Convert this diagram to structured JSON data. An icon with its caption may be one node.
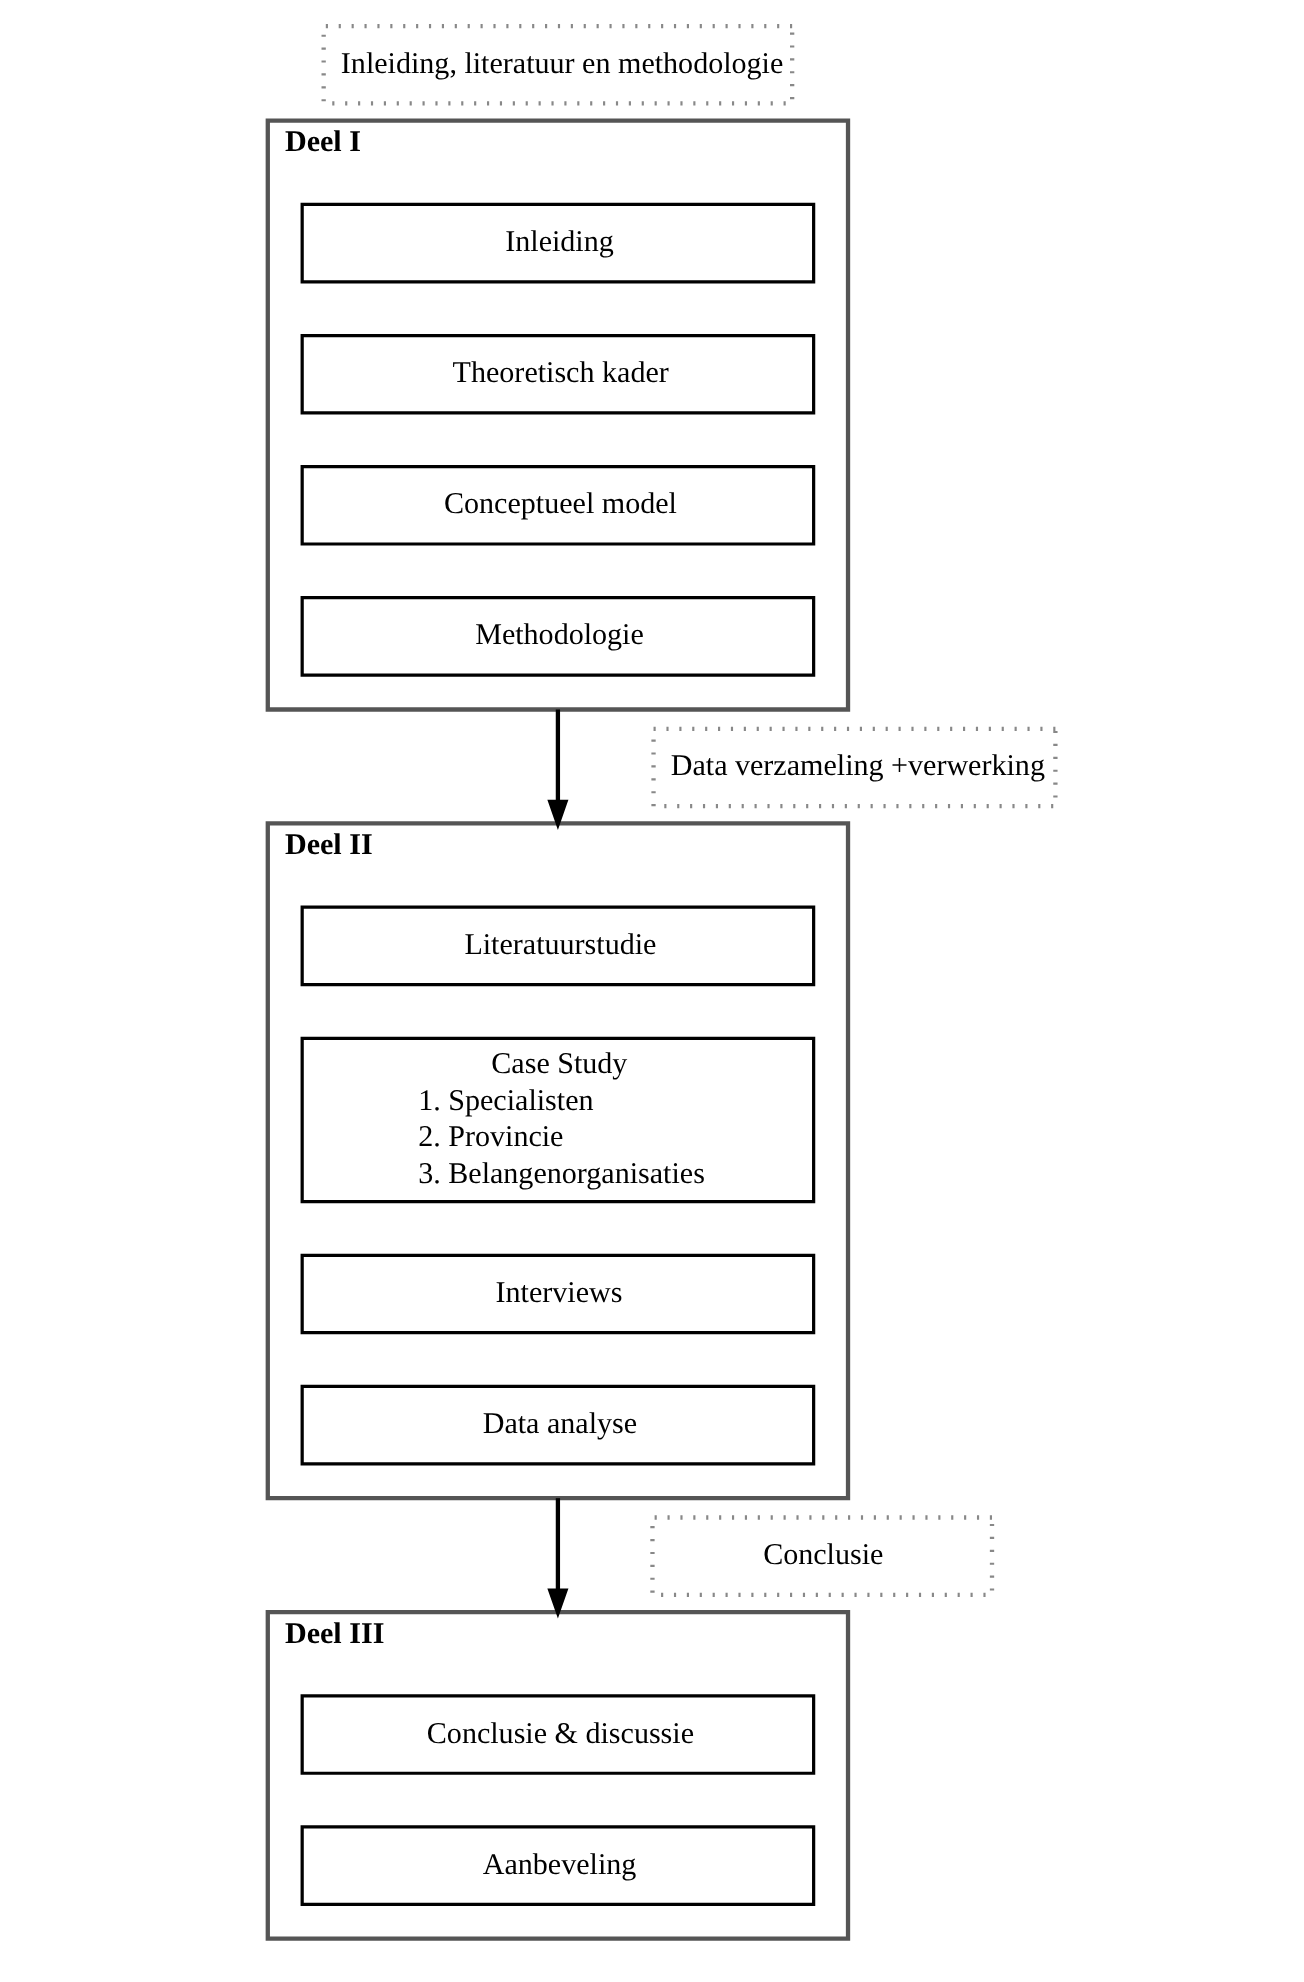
{
  "diagram": {
    "nodes": [
      {
        "text": [
          "Inleiding, literatuur en methodologie"
        ]
      },
      {
        "text": [
          "Deel I"
        ]
      },
      {
        "text": [
          "Inleiding"
        ],
        "in": 1
      },
      {
        "text": [
          "Theoretisch kader"
        ],
        "in": 1
      },
      {
        "text": [
          "Conceptueel model"
        ],
        "in": 1
      },
      {
        "text": [
          "Methodologie"
        ],
        "in": 1
      },
      {
        "text": [
          "Data verzameling +verwerking"
        ]
      },
      {
        "text": [
          "Deel II"
        ]
      },
      {
        "text": [
          "Literatuurstudie"
        ],
        "in": 7
      },
      {
        "text": [
          "Case Study",
          "1. Specialisten",
          "2. Provincie",
          "3. Belangenorganisaties"
        ],
        "in": 7
      },
      {
        "text": [
          "Interviews"
        ],
        "in": 7
      },
      {
        "text": [
          "Data analyse"
        ],
        "in": 7
      },
      {
        "text": [
          "Conclusie"
        ]
      },
      {
        "text": [
          "Deel III"
        ]
      },
      {
        "text": [
          "Conclusie & discussie"
        ],
        "in": 13
      },
      {
        "text": [
          "Aanbeveling"
        ],
        "in": 13
      }
    ],
    "edges": [
      {
        "from": 1,
        "to": 7,
        "arrow": "to"
      },
      {
        "from": 7,
        "to": 13,
        "arrow": "to"
      }
    ]
  }
}
